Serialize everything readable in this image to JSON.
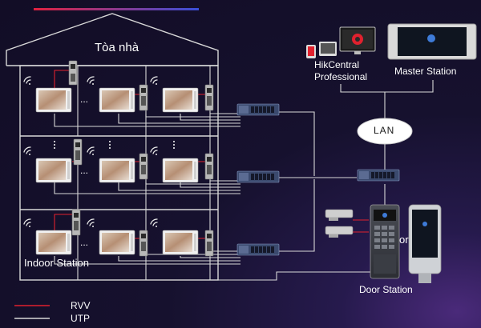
{
  "diagram": {
    "building_label": "Tòa nhà",
    "indoor_station_label": "Indoor Station",
    "hikcentral_label_line1": "HikCentral",
    "hikcentral_label_line2": "Professional",
    "master_station_label": "Master Station",
    "lan_label": "LAN",
    "door_station_label": "Door Station",
    "or_label": "or",
    "ellipsis": "...",
    "legend": [
      {
        "label": "RVV",
        "color": "#e0212e"
      },
      {
        "label": "UTP",
        "color": "#d8d8d8"
      }
    ]
  },
  "colors": {
    "background": "#140f2b",
    "line_utp": "#d8d8d8",
    "line_rvv": "#e0212e",
    "accent_bar_left": "#e0213f",
    "accent_bar_right": "#3a4fd8"
  },
  "icons": [
    "wifi-icon",
    "indoor-monitor-icon",
    "door-phone-icon",
    "network-switch-icon",
    "electric-lock-icon",
    "hikcentral-logo-icon"
  ]
}
